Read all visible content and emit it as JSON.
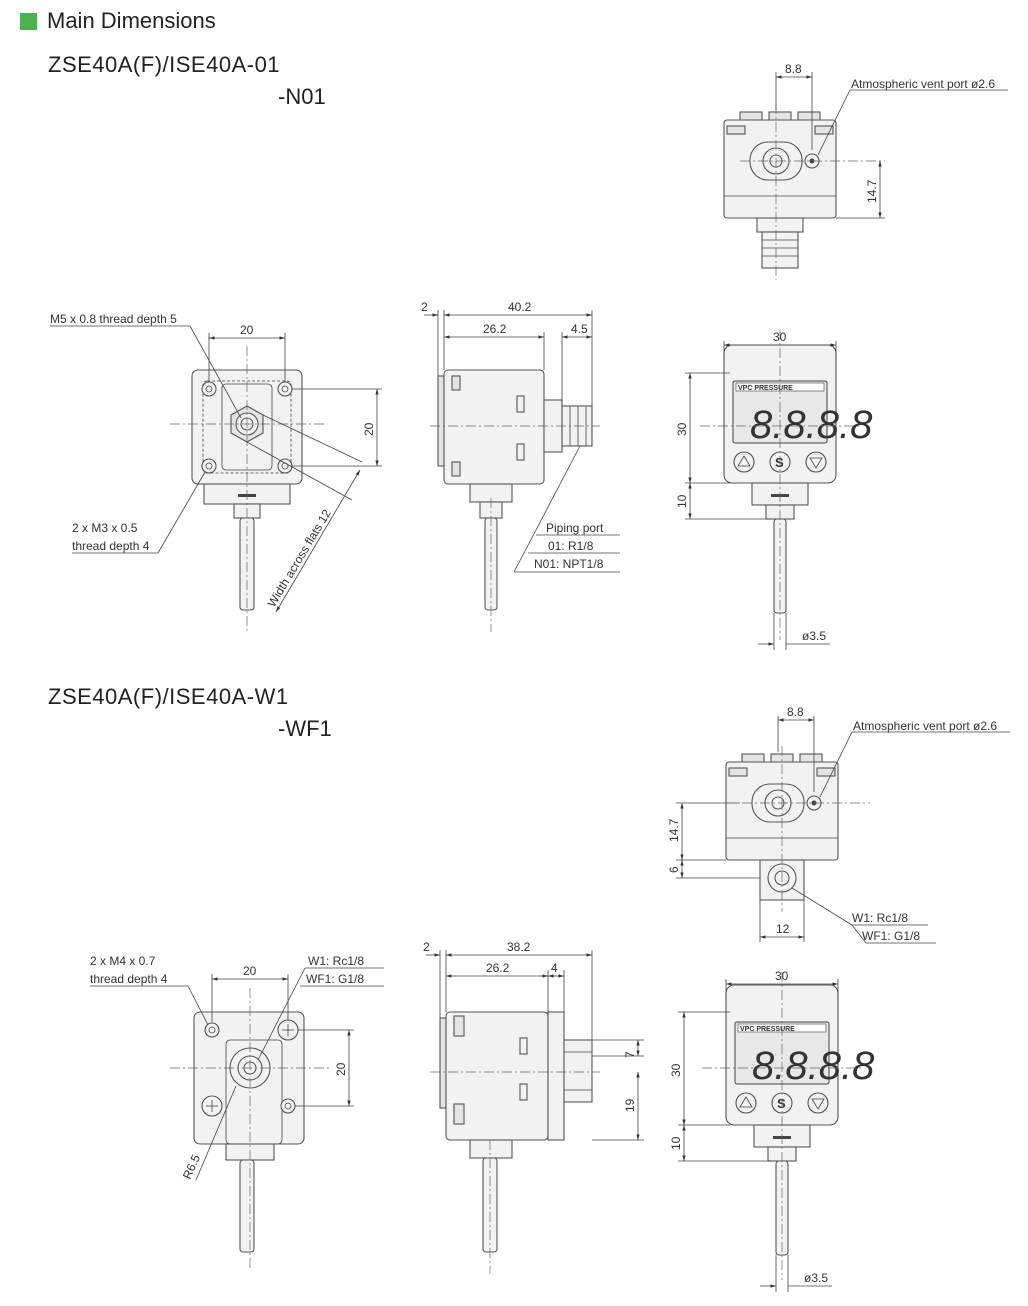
{
  "header": {
    "title": "Main Dimensions",
    "accent": "#4caf50"
  },
  "section1": {
    "model": "ZSE40A(F)/ISE40A-01",
    "suffix": "-N01",
    "top_view": {
      "dim_vent_offset": "8.8",
      "vent_label": "Atmospheric vent port ø2.6",
      "dim_height": "14.7"
    },
    "back_view": {
      "callout_thread": "M5 x 0.8 thread depth 5",
      "dim_width": "20",
      "dim_height": "20",
      "callout_holes_1": "2 x M3 x 0.5",
      "callout_holes_2": "thread depth 4",
      "flats": "Width across flats 12"
    },
    "side_view": {
      "dim_a": "2",
      "dim_total": "40.2",
      "dim_body": "26.2",
      "dim_port": "4.5",
      "port_title": "Piping port",
      "port_1": "01: R1/8",
      "port_2": "N01: NPT1/8"
    },
    "front_view": {
      "dim_width": "30",
      "dim_height": "30",
      "dim_bottom": "10",
      "cable": "ø3.5",
      "brand": "VPC PRESSURE",
      "display": "8.8.8.8"
    }
  },
  "section2": {
    "model": "ZSE40A(F)/ISE40A-W1",
    "suffix": "-WF1",
    "top_view": {
      "dim_vent_offset": "8.8",
      "vent_label": "Atmospheric vent port ø2.6",
      "dim_height": "14.7",
      "dim_small": "6",
      "dim_width": "12",
      "port_1": "W1: Rc1/8",
      "port_2": "WF1: G1/8"
    },
    "back_view": {
      "callout_holes_1": "2 x M4 x 0.7",
      "callout_holes_2": "thread depth 4",
      "dim_width": "20",
      "dim_height": "20",
      "port_1": "W1: Rc1/8",
      "port_2": "WF1: G1/8",
      "radius": "R6.5"
    },
    "side_view": {
      "dim_a": "2",
      "dim_total": "38.2",
      "dim_body": "26.2",
      "dim_port": "4",
      "dim_7": "7",
      "dim_19": "19"
    },
    "front_view": {
      "dim_width": "30",
      "dim_height": "30",
      "dim_bottom": "10",
      "cable": "ø3.5",
      "brand": "VPC PRESSURE",
      "display": "8.8.8.8"
    }
  }
}
